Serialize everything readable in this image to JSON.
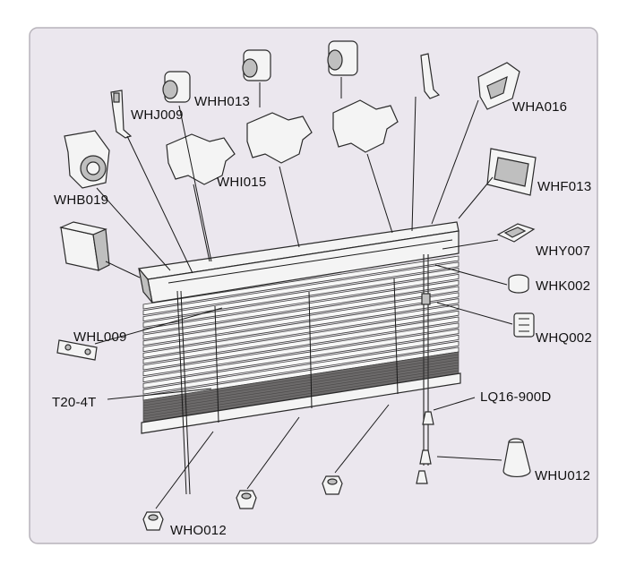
{
  "colors": {
    "page_bg": "#ffffff",
    "panel_bg": "#ebe7ee",
    "panel_border": "#b8b4bb",
    "ink": "#111111",
    "stack_dark": "#6c6a6a"
  },
  "labels": {
    "whj009": "WHJ009",
    "whh013": "WHH013",
    "wha016": "WHA016",
    "whb019": "WHB019",
    "whi015": "WHI015",
    "whf013": "WHF013",
    "why007": "WHY007",
    "whk002": "WHK002",
    "whl009": "WHL009",
    "whq002": "WHQ002",
    "t20_4t": "T20-4T",
    "lq16_900d": "LQ16-900D",
    "whu012": "WHU012",
    "who012": "WHO012"
  },
  "icons": {
    "cord_lock": "cord-lock-icon",
    "cord_pulley": "cord-pulley-icon",
    "end_cap": "end-cap-icon",
    "tilt_wand_hook": "tilt-wand-hook-icon",
    "tilter": "tilter-icon",
    "bracket": "bracket-icon",
    "valance_clip": "valance-clip-icon",
    "box_bracket": "box-bracket-icon",
    "hold_down_bracket": "hold-down-bracket-icon",
    "plug": "plug-icon",
    "cord_equalizer": "cord-equalizer-icon",
    "tassel": "tassel-icon",
    "bottom_rail_cap": "bottom-rail-cap-icon"
  }
}
